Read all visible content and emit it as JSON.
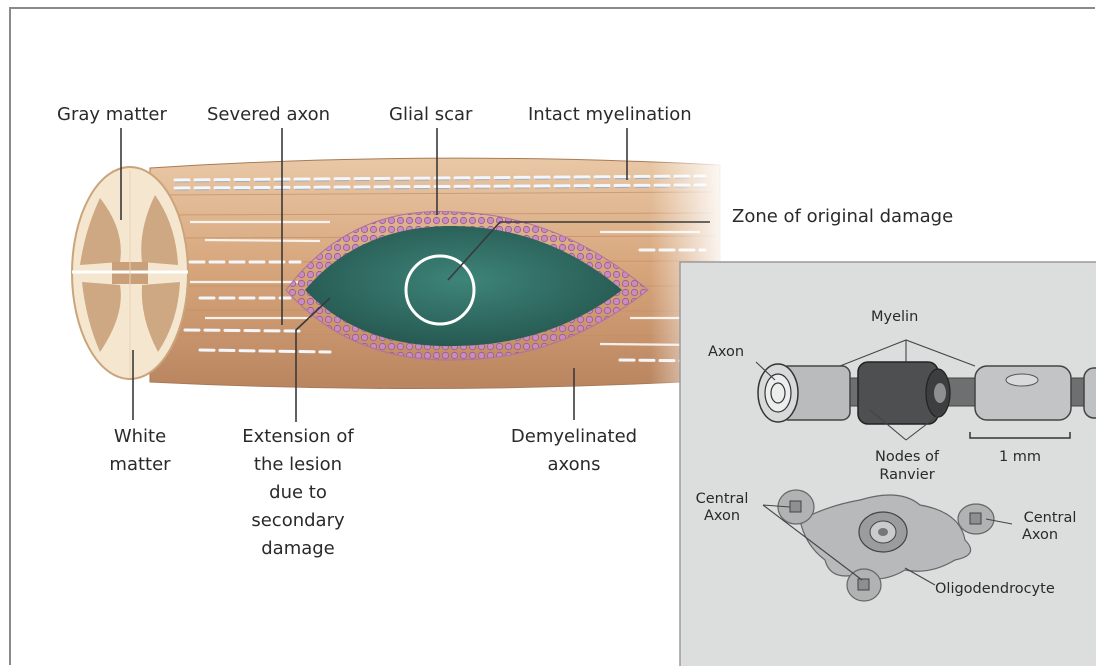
{
  "main_labels": {
    "gray_matter": "Gray matter",
    "severed_axon": "Severed axon",
    "glial_scar": "Glial scar",
    "intact_myelination": "Intact myelination",
    "zone_of_original_damage": "Zone of original damage",
    "white_matter": [
      "White",
      "matter"
    ],
    "extension_of_lesion": [
      "Extension of",
      "the lesion",
      "due to",
      "secondary",
      "damage"
    ],
    "demyelinated_axons": [
      "Demyelinated",
      "axons"
    ]
  },
  "inset_labels": {
    "myelin": "Myelin",
    "axon": "Axon",
    "nodes_of_ranvier": [
      "Nodes of",
      "Ranvier"
    ],
    "scale_bar": "1 mm",
    "central_axon_left": [
      "Central",
      "Axon"
    ],
    "central_axon_right": [
      "Central",
      "Axon"
    ],
    "oligodendrocyte": "Oligodendrocyte"
  },
  "colors": {
    "cord_tan": "#d8a97e",
    "lesion_teal": "#2f6e66",
    "scar_pink": "#c07ab0",
    "inset_bg": "#dcdedd",
    "label_text": "#2a2a2a"
  }
}
